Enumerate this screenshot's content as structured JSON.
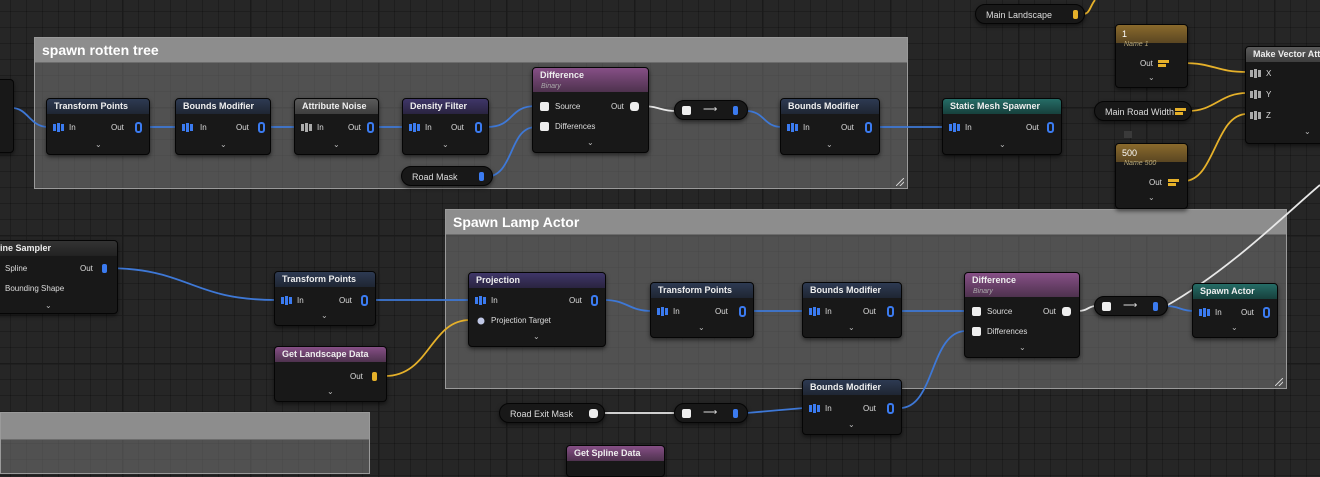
{
  "comments": [
    {
      "id": "c1",
      "title": "spawn rotten tree"
    },
    {
      "id": "c2",
      "title": "Spawn Lamp Actor"
    }
  ],
  "nodes": {
    "spline_sampler": {
      "title": "ine Sampler",
      "pins": {
        "spline": "Spline",
        "bounding": "Bounding Shape",
        "out": "Out"
      }
    },
    "tp1": {
      "title": "Transform Points",
      "in": "In",
      "out": "Out"
    },
    "bm1": {
      "title": "Bounds Modifier",
      "in": "In",
      "out": "Out"
    },
    "an": {
      "title": "Attribute Noise",
      "in": "In",
      "out": "Out"
    },
    "df": {
      "title": "Density Filter",
      "in": "In",
      "out": "Out"
    },
    "diff1": {
      "title": "Difference",
      "subtitle": "Binary",
      "source": "Source",
      "differences": "Differences",
      "out": "Out"
    },
    "bm2": {
      "title": "Bounds Modifier",
      "in": "In",
      "out": "Out"
    },
    "sms": {
      "title": "Static Mesh Spawner",
      "in": "In",
      "out": "Out"
    },
    "tp2": {
      "title": "Transform Points",
      "in": "In",
      "out": "Out"
    },
    "gld": {
      "title": "Get Landscape Data",
      "out": "Out"
    },
    "proj": {
      "title": "Projection",
      "in": "In",
      "target": "Projection Target",
      "out": "Out"
    },
    "tp3": {
      "title": "Transform Points",
      "in": "In",
      "out": "Out"
    },
    "bm3": {
      "title": "Bounds Modifier",
      "in": "In",
      "out": "Out"
    },
    "diff2": {
      "title": "Difference",
      "subtitle": "Binary",
      "source": "Source",
      "differences": "Differences",
      "out": "Out"
    },
    "sa": {
      "title": "Spawn Actor",
      "in": "In",
      "out": "Out"
    },
    "bm4": {
      "title": "Bounds Modifier",
      "in": "In",
      "out": "Out"
    },
    "mva": {
      "title": "Make Vector Attr",
      "x": "X",
      "y": "Y",
      "z": "Z"
    },
    "gsd": {
      "title": "Get Spline Data"
    }
  },
  "pills": {
    "road_mask": "Road Mask",
    "road_exit_mask": "Road Exit Mask",
    "main_landscape": "Main Landscape",
    "main_road_width": "Main Road Width"
  },
  "constants": [
    {
      "value": "1",
      "name": "Name 1",
      "out": "Out"
    },
    {
      "value": "500",
      "name": "Name 500",
      "out": "Out"
    }
  ],
  "colors": {
    "spatial_pin": "#2f6fe0",
    "point_pin": "#3b7bf0",
    "wire_blue": "#3e78d6",
    "wire_white": "#e8e8e8",
    "wire_yellow": "#e6b12a",
    "constant_header": "#8a6a2c"
  }
}
